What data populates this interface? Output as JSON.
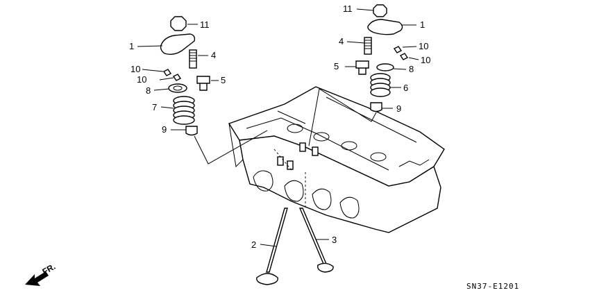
{
  "labels": {
    "l1": "1",
    "l2": "2",
    "l3": "3",
    "l4": "4",
    "l5": "5",
    "l6": "6",
    "l7": "7",
    "l8": "8",
    "l9": "9",
    "l10": "10",
    "l11": "11"
  },
  "diagram_code": "SN37-E1201",
  "direction_label": "FR."
}
